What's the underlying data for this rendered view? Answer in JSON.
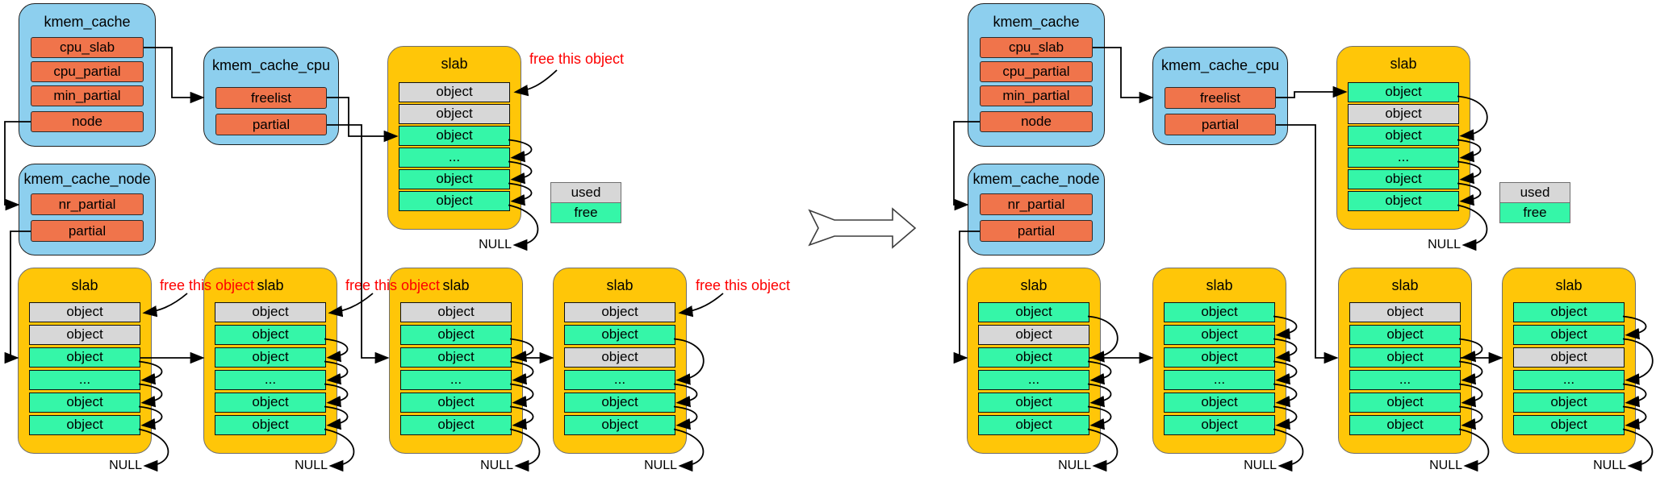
{
  "colors": {
    "struct_blue": "#8DCFEE",
    "field_orange": "#F0744B",
    "slab_gold": "#FFC608",
    "free_green": "#35F6A8",
    "used_gray": "#D7D7D7",
    "annotation_red": "#FE0000",
    "arrow_black": "#000000"
  },
  "legend": {
    "rows": [
      {
        "label": "used",
        "state": "used"
      },
      {
        "label": "free",
        "state": "free"
      }
    ]
  },
  "annotations": {
    "free_label": "free this object",
    "null_label": "NULL"
  },
  "halves": {
    "left": {
      "structs": [
        {
          "id": "kmem-cache",
          "title": "kmem_cache",
          "fields": [
            "cpu_slab",
            "cpu_partial",
            "min_partial",
            "node"
          ]
        },
        {
          "id": "kmem-cache-cpu",
          "title": "kmem_cache_cpu",
          "fields": [
            "freelist",
            "partial"
          ]
        },
        {
          "id": "kmem-cache-node",
          "title": "kmem_cache_node",
          "fields": [
            "nr_partial",
            "partial"
          ]
        }
      ],
      "slabs": [
        {
          "id": "cpu-slab",
          "title": "slab",
          "objects": [
            {
              "text": "object",
              "state": "used"
            },
            {
              "text": "object",
              "state": "used"
            },
            {
              "text": "object",
              "state": "free"
            },
            {
              "text": "...",
              "state": "free"
            },
            {
              "text": "object",
              "state": "free"
            },
            {
              "text": "object",
              "state": "free"
            }
          ],
          "links": [
            [
              3,
              4
            ],
            [
              4,
              5
            ],
            [
              5,
              6
            ]
          ],
          "null_link": true
        },
        {
          "id": "node-partial-slab-1",
          "title": "slab",
          "objects": [
            {
              "text": "object",
              "state": "used"
            },
            {
              "text": "object",
              "state": "used"
            },
            {
              "text": "object",
              "state": "free"
            },
            {
              "text": "...",
              "state": "free"
            },
            {
              "text": "object",
              "state": "free"
            },
            {
              "text": "object",
              "state": "free"
            }
          ],
          "links": [
            [
              3,
              4
            ],
            [
              4,
              5
            ],
            [
              5,
              6
            ]
          ],
          "null_link": true
        },
        {
          "id": "node-partial-slab-2",
          "title": "slab",
          "objects": [
            {
              "text": "object",
              "state": "used"
            },
            {
              "text": "object",
              "state": "free"
            },
            {
              "text": "object",
              "state": "free"
            },
            {
              "text": "...",
              "state": "free"
            },
            {
              "text": "object",
              "state": "free"
            },
            {
              "text": "object",
              "state": "free"
            }
          ],
          "links": [
            [
              2,
              3
            ],
            [
              3,
              4
            ],
            [
              4,
              5
            ],
            [
              5,
              6
            ]
          ],
          "null_link": true
        },
        {
          "id": "cpu-partial-slab-1",
          "title": "slab",
          "objects": [
            {
              "text": "object",
              "state": "used"
            },
            {
              "text": "object",
              "state": "free"
            },
            {
              "text": "object",
              "state": "free"
            },
            {
              "text": "...",
              "state": "free"
            },
            {
              "text": "object",
              "state": "free"
            },
            {
              "text": "object",
              "state": "free"
            }
          ],
          "links": [
            [
              2,
              3
            ],
            [
              3,
              4
            ],
            [
              4,
              5
            ],
            [
              5,
              6
            ]
          ],
          "null_link": true
        },
        {
          "id": "cpu-partial-slab-2",
          "title": "slab",
          "objects": [
            {
              "text": "object",
              "state": "used"
            },
            {
              "text": "object",
              "state": "free"
            },
            {
              "text": "object",
              "state": "used"
            },
            {
              "text": "...",
              "state": "free"
            },
            {
              "text": "object",
              "state": "free"
            },
            {
              "text": "object",
              "state": "free"
            }
          ],
          "links": [
            [
              2,
              4
            ],
            [
              4,
              5
            ],
            [
              5,
              6
            ]
          ],
          "null_link": true
        }
      ]
    },
    "right": {
      "structs": [
        {
          "id": "kmem-cache",
          "title": "kmem_cache",
          "fields": [
            "cpu_slab",
            "cpu_partial",
            "min_partial",
            "node"
          ]
        },
        {
          "id": "kmem-cache-cpu",
          "title": "kmem_cache_cpu",
          "fields": [
            "freelist",
            "partial"
          ]
        },
        {
          "id": "kmem-cache-node",
          "title": "kmem_cache_node",
          "fields": [
            "nr_partial",
            "partial"
          ]
        }
      ],
      "slabs": [
        {
          "id": "cpu-slab",
          "title": "slab",
          "objects": [
            {
              "text": "object",
              "state": "free"
            },
            {
              "text": "object",
              "state": "used"
            },
            {
              "text": "object",
              "state": "free"
            },
            {
              "text": "...",
              "state": "free"
            },
            {
              "text": "object",
              "state": "free"
            },
            {
              "text": "object",
              "state": "free"
            }
          ],
          "links": [
            [
              1,
              3
            ],
            [
              3,
              4
            ],
            [
              4,
              5
            ],
            [
              5,
              6
            ]
          ],
          "null_link": true
        },
        {
          "id": "node-partial-slab-1",
          "title": "slab",
          "objects": [
            {
              "text": "object",
              "state": "free"
            },
            {
              "text": "object",
              "state": "used"
            },
            {
              "text": "object",
              "state": "free"
            },
            {
              "text": "...",
              "state": "free"
            },
            {
              "text": "object",
              "state": "free"
            },
            {
              "text": "object",
              "state": "free"
            }
          ],
          "links": [
            [
              1,
              3
            ],
            [
              3,
              4
            ],
            [
              4,
              5
            ],
            [
              5,
              6
            ]
          ],
          "null_link": true
        },
        {
          "id": "node-partial-slab-2",
          "title": "slab",
          "objects": [
            {
              "text": "object",
              "state": "free"
            },
            {
              "text": "object",
              "state": "free"
            },
            {
              "text": "object",
              "state": "free"
            },
            {
              "text": "...",
              "state": "free"
            },
            {
              "text": "object",
              "state": "free"
            },
            {
              "text": "object",
              "state": "free"
            }
          ],
          "links": [
            [
              1,
              2
            ],
            [
              2,
              3
            ],
            [
              3,
              4
            ],
            [
              4,
              5
            ],
            [
              5,
              6
            ]
          ],
          "null_link": true
        },
        {
          "id": "cpu-partial-slab-1",
          "title": "slab",
          "objects": [
            {
              "text": "object",
              "state": "used"
            },
            {
              "text": "object",
              "state": "free"
            },
            {
              "text": "object",
              "state": "free"
            },
            {
              "text": "...",
              "state": "free"
            },
            {
              "text": "object",
              "state": "free"
            },
            {
              "text": "object",
              "state": "free"
            }
          ],
          "links": [
            [
              2,
              3
            ],
            [
              3,
              4
            ],
            [
              4,
              5
            ],
            [
              5,
              6
            ]
          ],
          "null_link": true
        },
        {
          "id": "cpu-partial-slab-2",
          "title": "slab",
          "objects": [
            {
              "text": "object",
              "state": "free"
            },
            {
              "text": "object",
              "state": "free"
            },
            {
              "text": "object",
              "state": "used"
            },
            {
              "text": "...",
              "state": "free"
            },
            {
              "text": "object",
              "state": "free"
            },
            {
              "text": "object",
              "state": "free"
            }
          ],
          "links": [
            [
              1,
              2
            ],
            [
              2,
              4
            ],
            [
              4,
              5
            ],
            [
              5,
              6
            ]
          ],
          "null_link": true
        }
      ]
    }
  }
}
